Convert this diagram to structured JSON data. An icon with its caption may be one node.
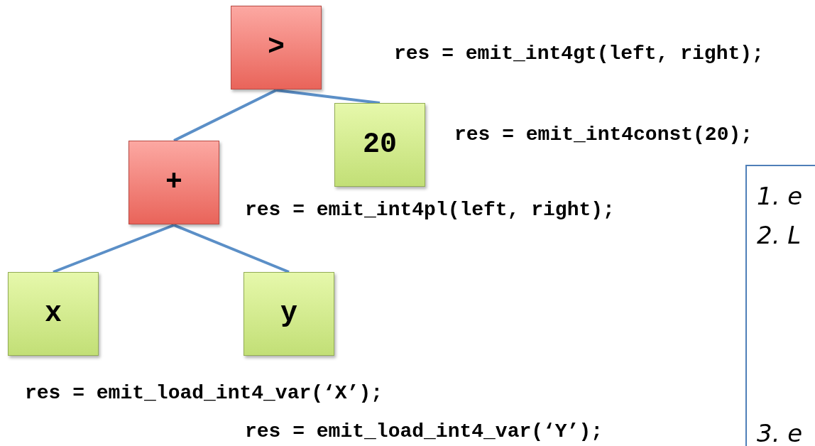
{
  "diagram": {
    "nodes": [
      {
        "text": [
          ">"
        ]
      },
      {
        "text": [
          "20"
        ]
      },
      {
        "text": [
          "+"
        ]
      },
      {
        "text": [
          "x"
        ]
      },
      {
        "text": [
          "y"
        ]
      },
      {
        "text": [
          "1. e",
          "2. L",
          "3. e"
        ]
      }
    ],
    "edges": [
      {
        "from": 0,
        "to": 2,
        "arrow": "none"
      },
      {
        "from": 0,
        "to": 1,
        "arrow": "none"
      },
      {
        "from": 2,
        "to": 3,
        "arrow": "none"
      },
      {
        "from": 2,
        "to": 4,
        "arrow": "none"
      }
    ],
    "labels": [
      "res = emit_int4gt(left, right);",
      "res = emit_int4const(20);",
      "res = emit_int4pl(left, right);",
      "res = emit_load_int4_var(‘X’);",
      "res = emit_load_int4_var(‘Y’);"
    ]
  }
}
